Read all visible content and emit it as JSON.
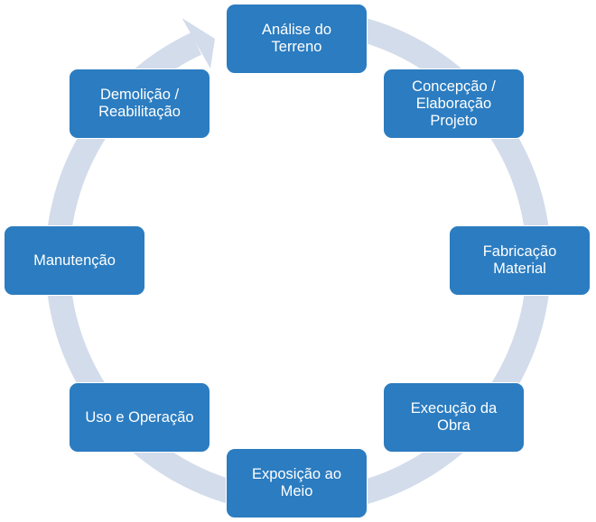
{
  "colors": {
    "box_fill": "#2b7cc0",
    "box_text": "#ffffff",
    "ring": "#d3dcea"
  },
  "stages": [
    {
      "id": "analise",
      "label": "Análise do\nTerreno"
    },
    {
      "id": "concepcao",
      "label": "Concepção /\nElaboração\nProjeto"
    },
    {
      "id": "fabricacao",
      "label": "Fabricação\nMaterial"
    },
    {
      "id": "execucao",
      "label": "Execução da\nObra"
    },
    {
      "id": "exposicao",
      "label": "Exposição ao\nMeio"
    },
    {
      "id": "uso",
      "label": "Uso e Operação"
    },
    {
      "id": "manutencao",
      "label": "Manutenção"
    },
    {
      "id": "demolicao",
      "label": "Demolição /\nReabilitação"
    }
  ]
}
